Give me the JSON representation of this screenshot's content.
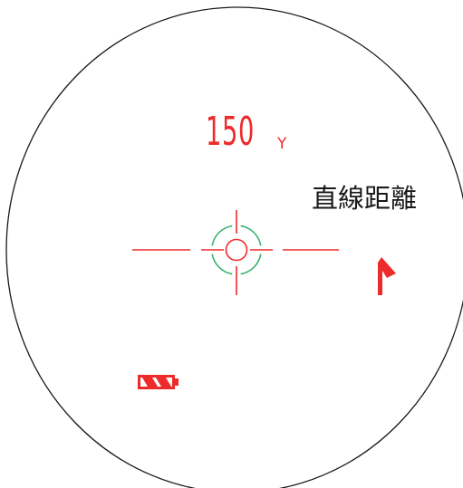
{
  "readout": {
    "distance": "150",
    "unit": "Y"
  },
  "mode": {
    "label": "直線距離"
  },
  "indicators": {
    "flag_icon": "flag-icon",
    "battery_icon": "battery-icon",
    "battery_level": 1.0
  },
  "colors": {
    "display_red": "#ee2b2b",
    "reticle_green": "#3cb371",
    "outline": "#1a1a1a",
    "background": "#ffffff"
  }
}
